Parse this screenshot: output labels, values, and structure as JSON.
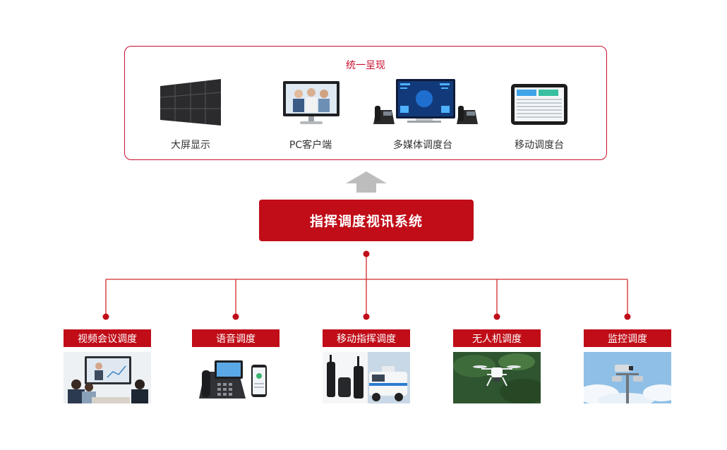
{
  "top_panel": {
    "title": "统一呈现",
    "devices": [
      {
        "label": "大屏显示"
      },
      {
        "label": "PC客户端"
      },
      {
        "label": "多媒体调度台"
      },
      {
        "label": "移动调度台"
      }
    ]
  },
  "system": {
    "label": "指挥调度视讯系统"
  },
  "categories": [
    {
      "label": "视频会议调度"
    },
    {
      "label": "语音调度"
    },
    {
      "label": "移动指挥调度"
    },
    {
      "label": "无人机调度"
    },
    {
      "label": "监控调度"
    }
  ],
  "colors": {
    "accent": "#c00d18",
    "arrow": "#bdbdbd",
    "line": "#d42a2a"
  }
}
